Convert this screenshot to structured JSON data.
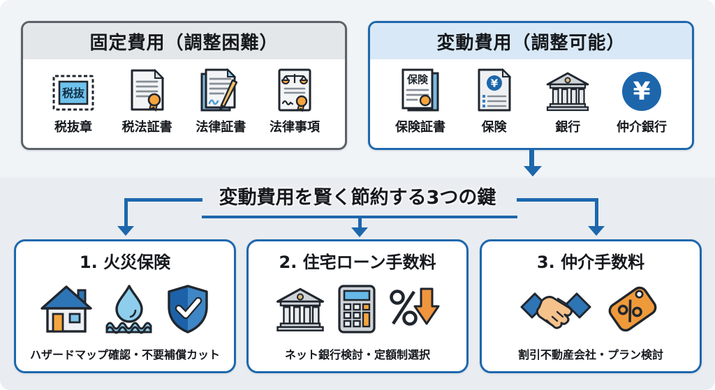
{
  "top": {
    "fixed_card": {
      "title": "固定費用（調整困難）",
      "items": [
        {
          "label": "税抜章"
        },
        {
          "label": "税法証書"
        },
        {
          "label": "法律証書"
        },
        {
          "label": "法律事項"
        }
      ]
    },
    "variable_card": {
      "title": "変動費用（調整可能）",
      "items": [
        {
          "label": "保険証書"
        },
        {
          "label": "保険"
        },
        {
          "label": "銀行"
        },
        {
          "label": "仲介銀行"
        }
      ]
    }
  },
  "middle": {
    "headline": "変動費用を賢く節約する3つの鍵"
  },
  "bottom": {
    "cards": [
      {
        "title": "1. 火災保険",
        "note": "ハザードマップ確認・不要補償カット"
      },
      {
        "title": "2. 住宅ローン手数料",
        "note": "ネット銀行検討・定額制選択"
      },
      {
        "title": "3. 仲介手数料",
        "note": "割引不動産会社・プラン検討"
      }
    ]
  },
  "icon_texts": {
    "stamp": "税抜",
    "insurance": "保険",
    "yen": "¥"
  },
  "icon_names": {
    "fixed_items": [
      "tax-stamp-icon",
      "tax-certificate-icon",
      "legal-contract-icon",
      "legal-terms-icon"
    ],
    "variable_items": [
      "insurance-certificate-icon",
      "insurance-yen-doc-icon",
      "bank-icon",
      "yen-circle-icon"
    ],
    "card1": [
      "house-icon",
      "water-drop-icon",
      "shield-check-icon"
    ],
    "card2": [
      "bank-icon",
      "calculator-icon",
      "percent-down-icon"
    ],
    "card3": [
      "handshake-icon",
      "price-tag-icon"
    ]
  },
  "colors": {
    "accent_blue": "#1e67ac",
    "accent_orange": "#f2a33c",
    "fixed_border": "#5b6167",
    "fixed_header_bg": "#e4e7ea",
    "variable_header_bg": "#d8e8f6",
    "card_bg": "#ffffff",
    "bg_top": "#f1f4f7",
    "bg_bottom": "#e9edf1"
  }
}
